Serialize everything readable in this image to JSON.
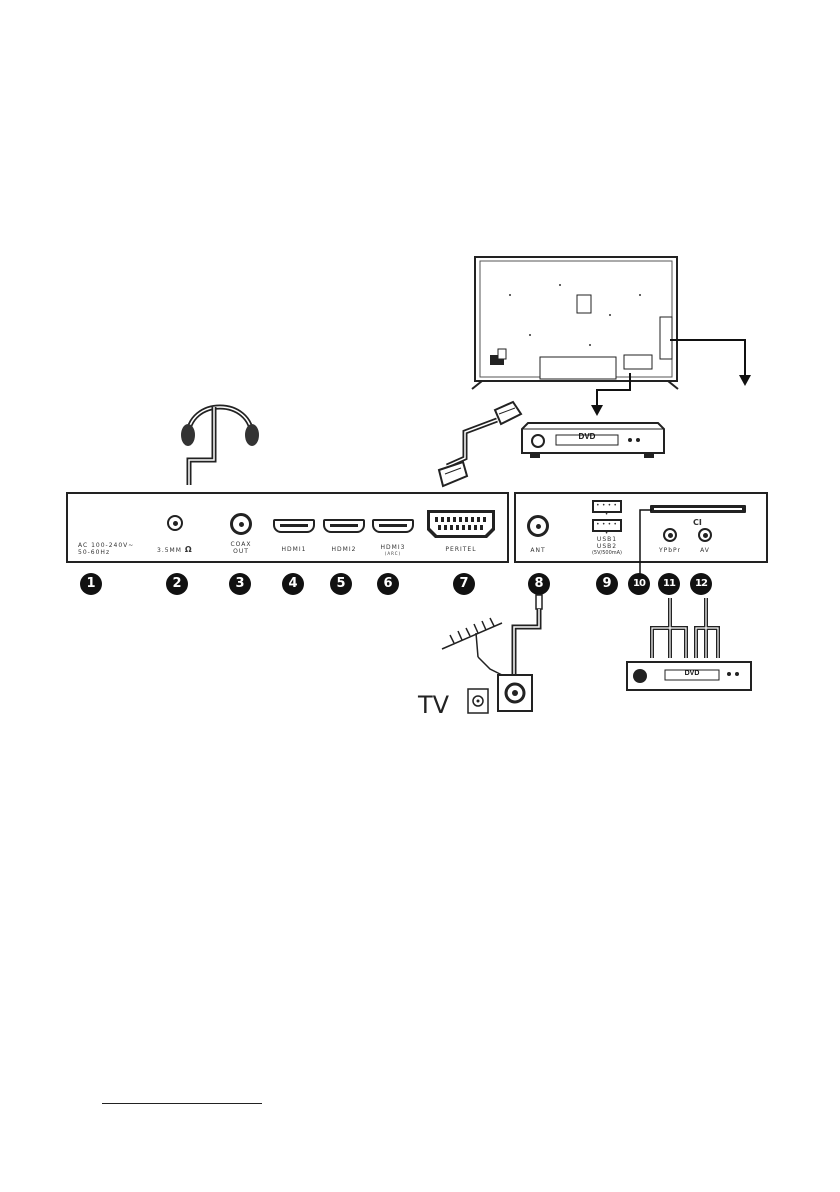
{
  "left_panel": {
    "power_label_line1": "AC 100-240V~",
    "power_label_line2": "50-60Hz",
    "headphone_label": "3.5MM",
    "coax_label_line1": "COAX",
    "coax_label_line2": "OUT",
    "hdmi1_label": "HDMI1",
    "hdmi2_label": "HDMI2",
    "hdmi3_label": "HDMI3",
    "hdmi3_sub_label": "(ARC)",
    "scart_label": "PERITEL"
  },
  "right_panel": {
    "antenna_label": "ANT",
    "usb_label_line1": "USB1",
    "usb_label_line2": "USB2",
    "usb_spec_label": "(5V/500mA)",
    "ci_label": "CI",
    "ypbpr_label": "YPbPr",
    "av_label": "AV"
  },
  "callouts": [
    "1",
    "2",
    "3",
    "4",
    "5",
    "6",
    "7",
    "8",
    "9",
    "10",
    "11",
    "12"
  ],
  "devices": {
    "dvd_top_label": "DVD",
    "dvd_bottom_label": "DVD",
    "antenna_socket_label": "TV"
  },
  "icons": [
    "headphones-icon",
    "scart-cable-icon",
    "antenna-icon",
    "tv-back-icon",
    "dvd-player-icon"
  ]
}
